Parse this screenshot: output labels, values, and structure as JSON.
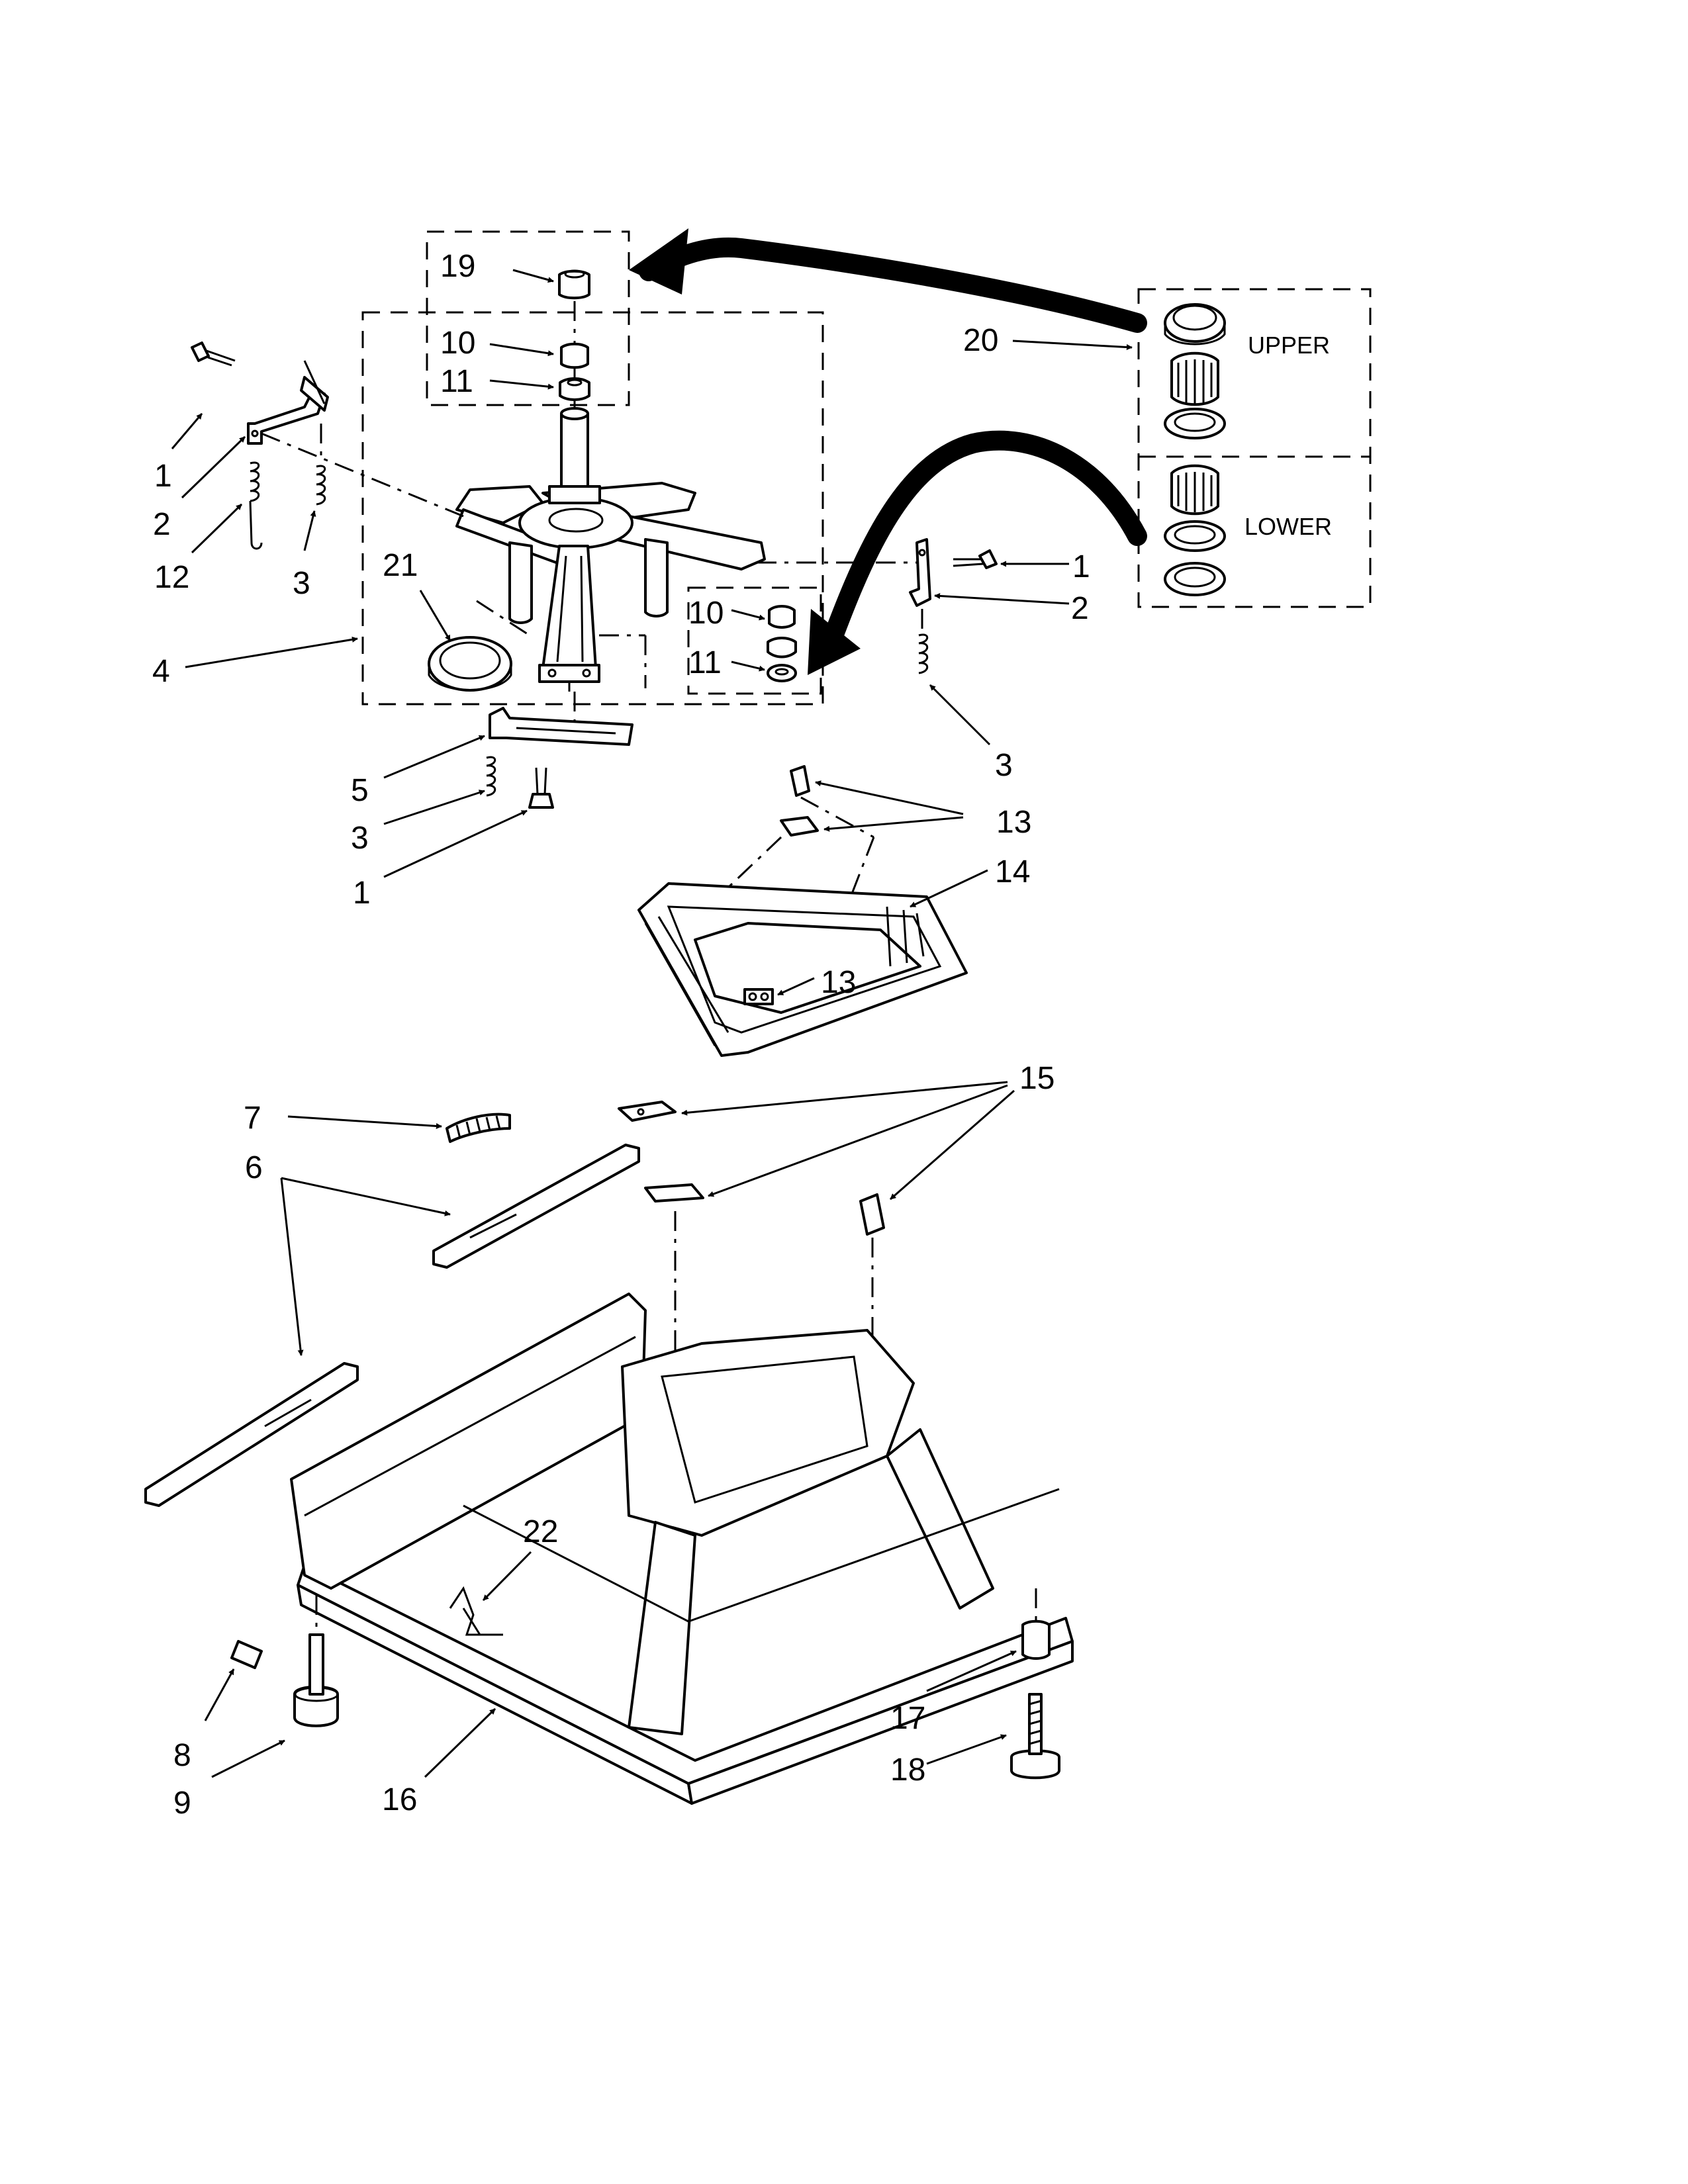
{
  "callouts": {
    "c19": "19",
    "c10a": "10",
    "c11a": "11",
    "c1a": "1",
    "c2a": "2",
    "c12": "12",
    "c3a": "3",
    "c21": "21",
    "c4": "4",
    "c10b": "10",
    "c11b": "11",
    "c1b": "1",
    "c2b": "2",
    "c3b": "3",
    "c20": "20",
    "c5": "5",
    "c3c": "3",
    "c1c": "1",
    "c13a": "13",
    "c14": "14",
    "c13b": "13",
    "c15": "15",
    "c7": "7",
    "c6": "6",
    "c22": "22",
    "c8": "8",
    "c9": "9",
    "c16": "16",
    "c17": "17",
    "c18": "18"
  },
  "kit_labels": {
    "upper": "UPPER",
    "lower": "LOWER"
  }
}
